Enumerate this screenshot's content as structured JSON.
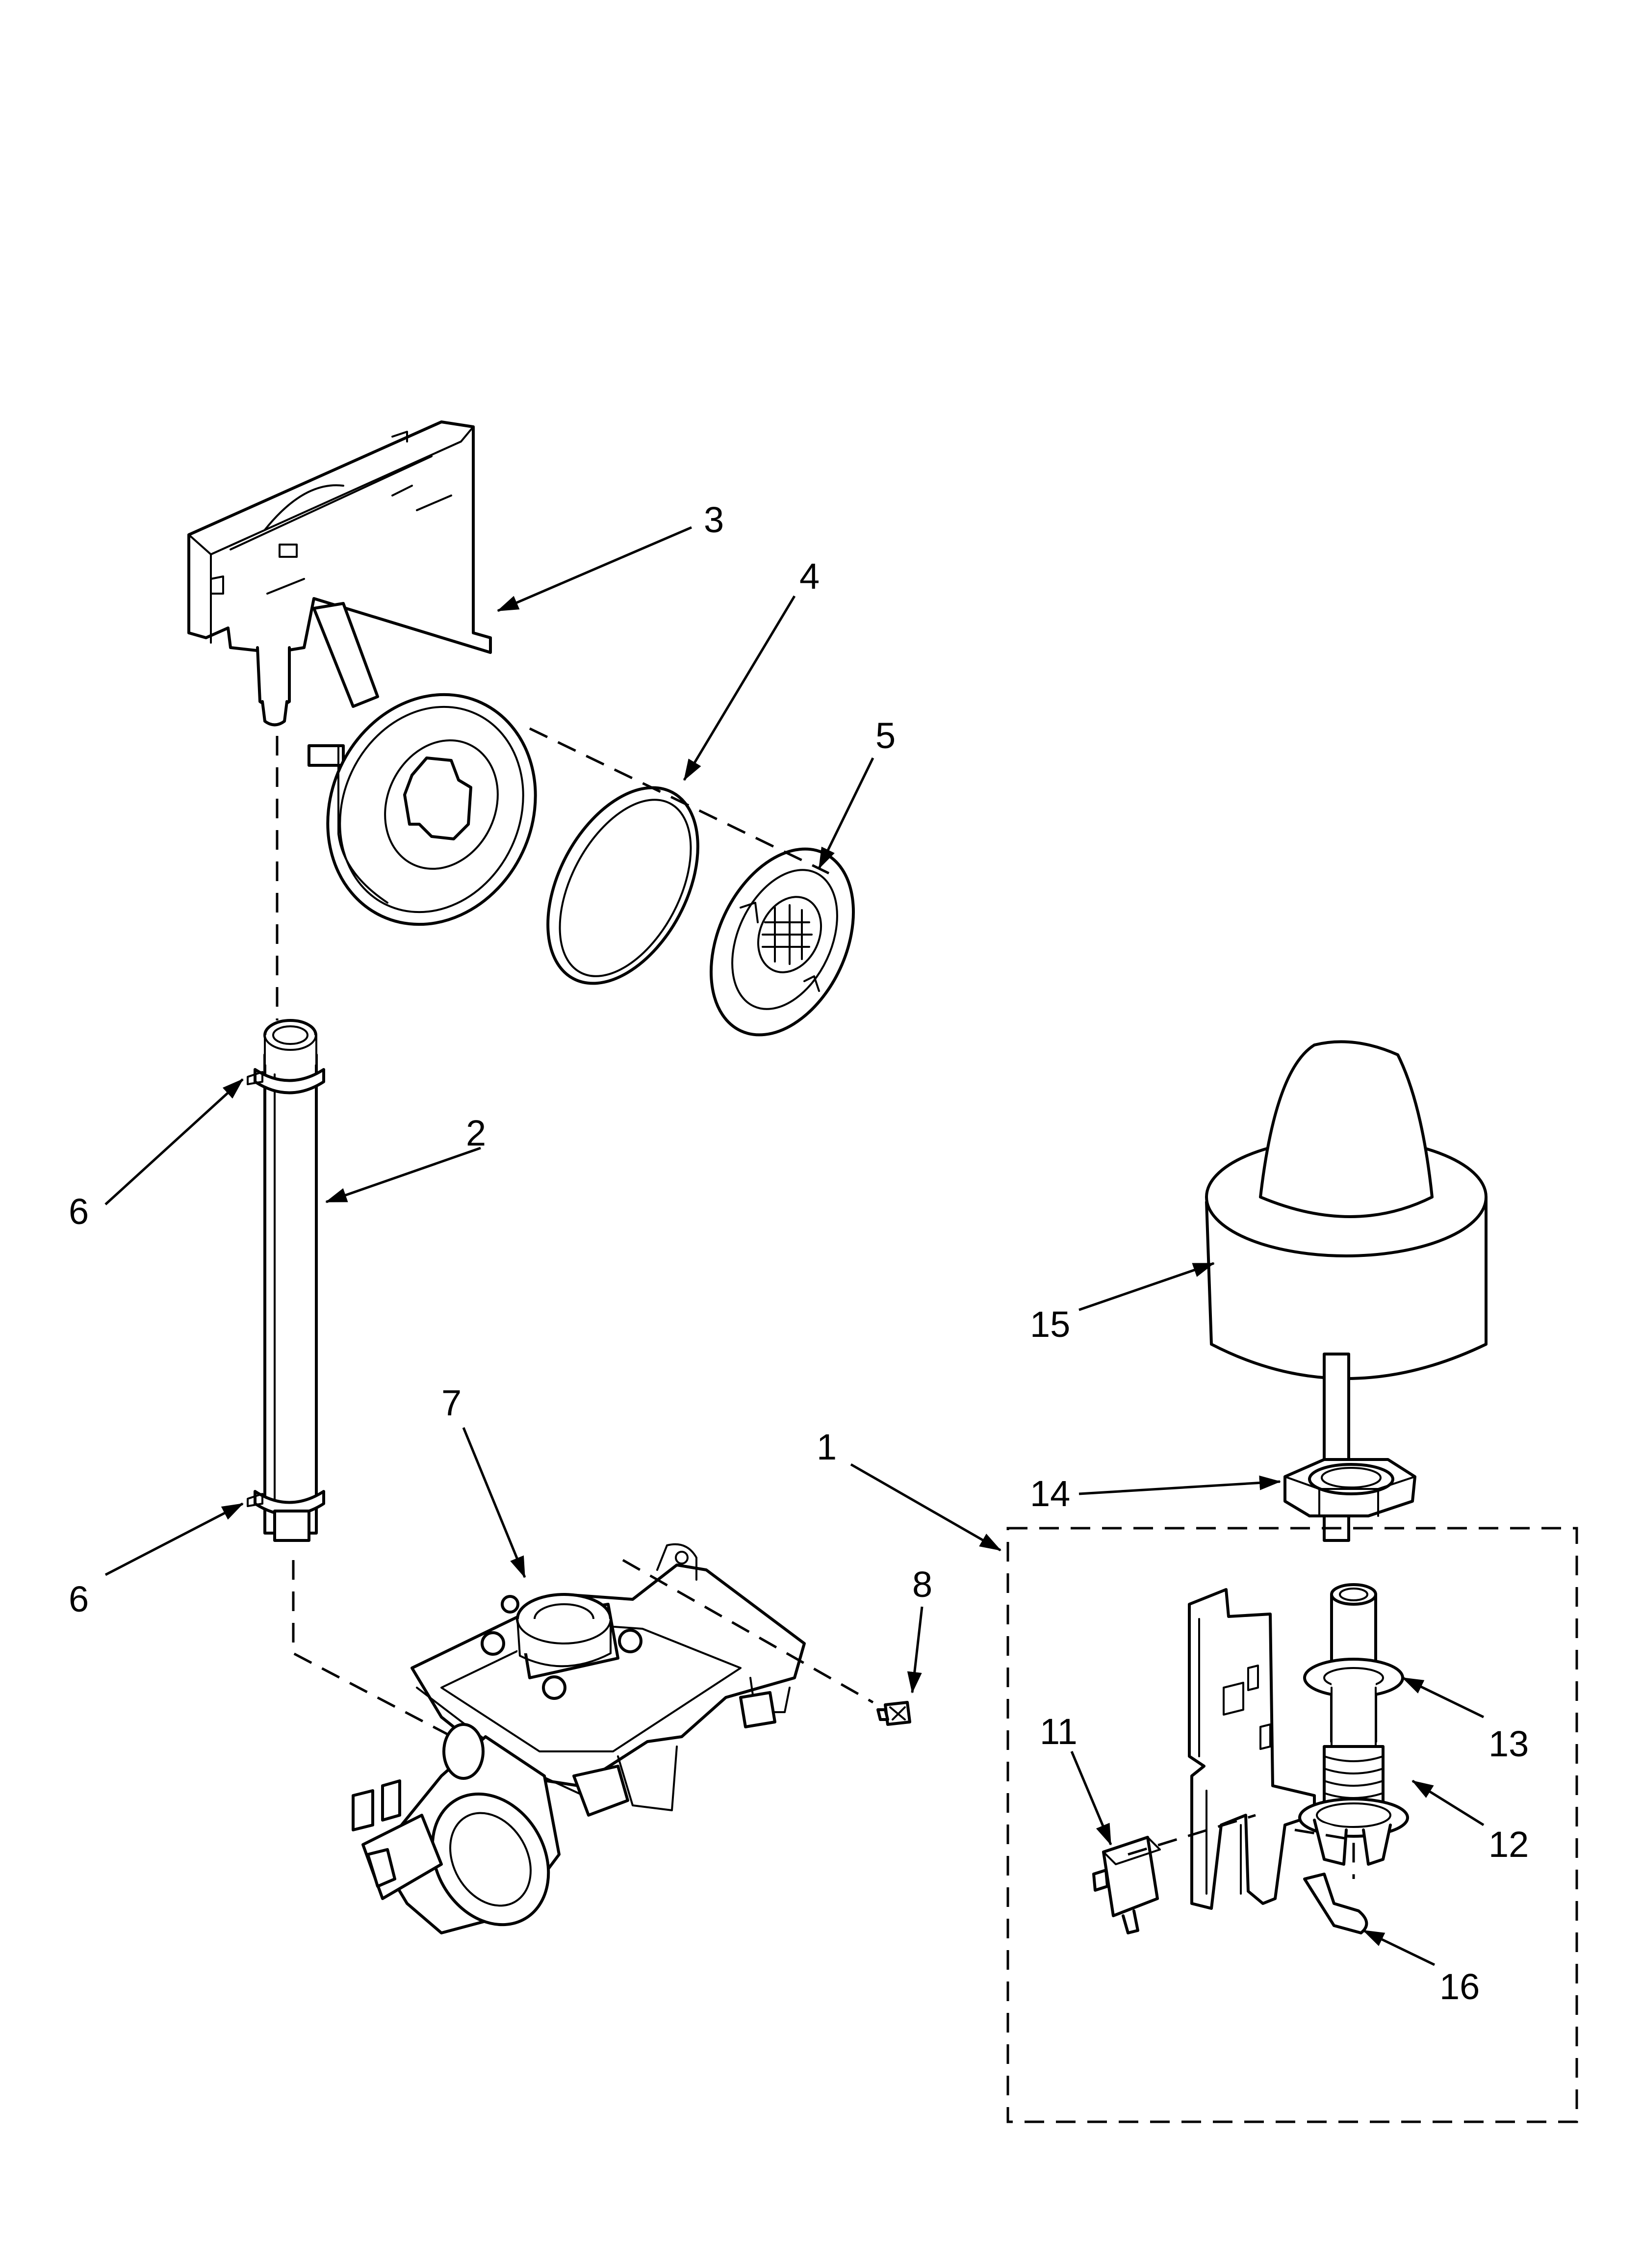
{
  "callouts": {
    "c1": "1",
    "c2": "2",
    "c3": "3",
    "c4": "4",
    "c5": "5",
    "c6a": "6",
    "c6b": "6",
    "c7": "7",
    "c8": "8",
    "c11": "11",
    "c12": "12",
    "c13": "13",
    "c14": "14",
    "c15": "15",
    "c16": "16"
  }
}
